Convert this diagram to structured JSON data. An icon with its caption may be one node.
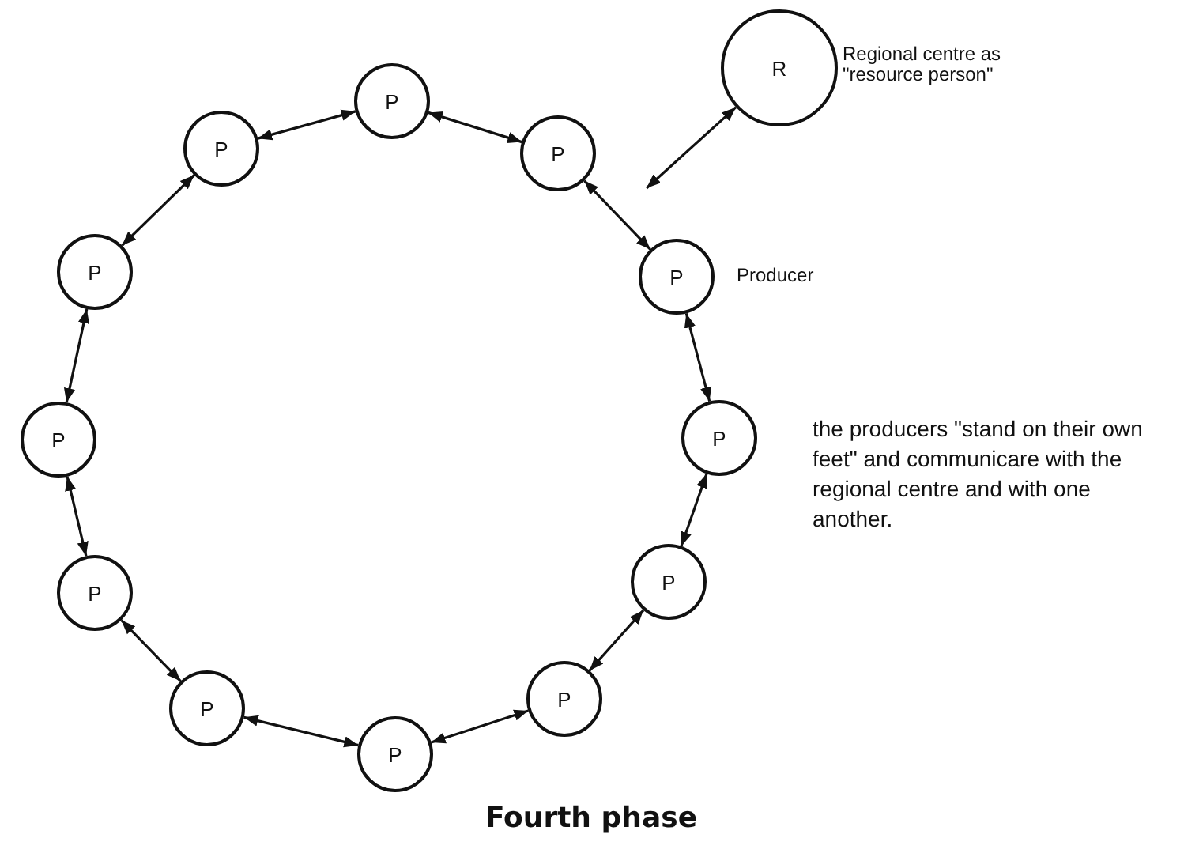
{
  "diagram": {
    "title": "Fourth phase",
    "nodes": [
      {
        "text": [
          "P"
        ]
      },
      {
        "text": [
          "P"
        ]
      },
      {
        "text": [
          "P"
        ]
      },
      {
        "text": [
          "R"
        ],
        "beside": [
          "Regional centre as \"resource person\""
        ]
      },
      {
        "text": [
          "P"
        ],
        "beside": [
          "Producer"
        ]
      },
      {
        "text": [
          "P"
        ]
      },
      {
        "text": [
          "P"
        ]
      },
      {
        "text": [
          "P"
        ]
      },
      {
        "text": [
          "P"
        ]
      },
      {
        "text": [
          "P"
        ]
      },
      {
        "text": [
          "P"
        ]
      },
      {
        "text": [
          "P"
        ]
      },
      {
        "text": [
          "P"
        ]
      }
    ],
    "edges": [
      {
        "from": 0,
        "to": 2,
        "arrow": "both"
      },
      {
        "from": 2,
        "to": 4,
        "arrow": "both"
      },
      {
        "from": 4,
        "to": 7,
        "arrow": "both"
      },
      {
        "from": 7,
        "to": 9,
        "arrow": "both"
      },
      {
        "from": 9,
        "to": 11,
        "arrow": "both"
      },
      {
        "from": 11,
        "to": 12,
        "arrow": "both"
      },
      {
        "from": 12,
        "to": 10,
        "arrow": "both"
      },
      {
        "from": 10,
        "to": 8,
        "arrow": "both"
      },
      {
        "from": 8,
        "to": 6,
        "arrow": "both"
      },
      {
        "from": 6,
        "to": 5,
        "arrow": "both"
      },
      {
        "from": 5,
        "to": 1,
        "arrow": "both"
      },
      {
        "from": 1,
        "to": 0,
        "arrow": "both"
      },
      {
        "from": 3,
        "to": null,
        "arrow": "both"
      }
    ],
    "labels": [
      "the producers \"stand on their own feet\" and communicare with the regional centre and with one another."
    ]
  }
}
